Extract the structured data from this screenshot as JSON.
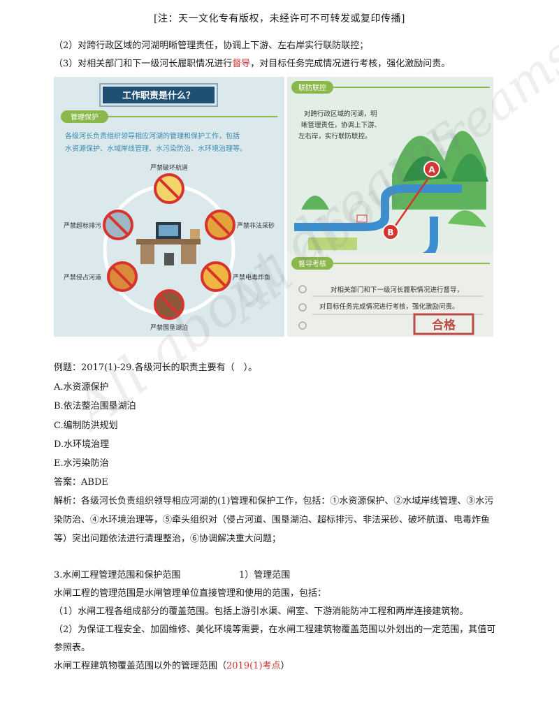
{
  "header": "[注：天一文化专有版权，未经许可不可转发或复印传播]",
  "intro": {
    "item2": "（2）对跨行政区域的河湖明晰管理责任，协调上下游、左右岸实行联防联控；",
    "item3_before": "（3）对相关部门和下一级河长履职情况进行",
    "item3_highlight": "督导",
    "item3_after": "，对目标任务完成情况进行考核，强化激励问责。"
  },
  "infographic_left": {
    "title": "工作职责是什么？",
    "section_tag": "管理保护",
    "desc_line1": "各级河长负责组织领导相应河湖的管理和保护工作，包括",
    "desc_line2": "水资源保护、水域岸线管理、水污染防治、水环境治理等。",
    "bans": {
      "top": "严禁破坏航道",
      "upper_left": "严禁超标排污",
      "upper_right": "严禁非法采砂",
      "lower_left": "严禁侵占河道",
      "lower_right": "严禁电毒炸鱼",
      "bottom": "严禁围垦湖泊"
    }
  },
  "infographic_right": {
    "tag_top": "联防联控",
    "desc_line1": "对跨行政区域的河湖，明",
    "desc_line2": "晰管理责任，协调上下游、",
    "desc_line3": "左右岸，实行联防联控。",
    "marker_a": "A",
    "marker_b": "B",
    "tag_bottom": "督导考核",
    "check_line1": "对相关部门和下一级河长履职情况进行督导，",
    "check_line2": "对目标任务完成情况进行考核，强化激励问责。",
    "stamp": "合格"
  },
  "watermark": "All about dreams",
  "question": {
    "stem": "例题：2017(1)-29.各级河长的职责主要有（　）。",
    "options": [
      "A.水资源保护",
      "B.依法整治围垦湖泊",
      "C.编制防洪规划",
      "D.水环境治理",
      "E.水污染防治"
    ],
    "answer": "答案：ABDE",
    "analysis_line1": "解析：各级河长负责组织领导相应河湖的(1)管理和保护工作，包括：①水资源保护、②水域岸线管理、③水污",
    "analysis_line2": "染防治、④水环境治理等，⑤牵头组织对（侵占河道、围垦湖泊、超标排污、非法采砂、破坏航道、电毒炸鱼",
    "analysis_line3": "等）突出问题依法进行清理整治，⑥协调解决重大问题；"
  },
  "section3": {
    "heading": "3.水闸工程管理范围和保护范围",
    "subheading": "1）管理范围",
    "para1": "水闸工程的管理范围是水闸管理单位直接管理和使用的范围，包括：",
    "item1": "（1）水闸工程各组成部分的覆盖范围。包括上游引水渠、闸室、下游消能防冲工程和两岸连接建筑物。",
    "item2_line1": "（2）为保证工程安全、加固维修、美化环境等需要，在水闸工程建筑物覆盖范围以外划出的一定范围，其值可",
    "item2_line2": "参照表。",
    "last_before": "水闸工程建筑物覆盖范围以外的管理范围（",
    "last_highlight": "2019(1)考点",
    "last_after": "）"
  },
  "colors": {
    "accent_red": "#d0312d",
    "title_bar": "#1f4f73",
    "tag_green": "#8ab84a",
    "ban_red": "#d8322e"
  }
}
